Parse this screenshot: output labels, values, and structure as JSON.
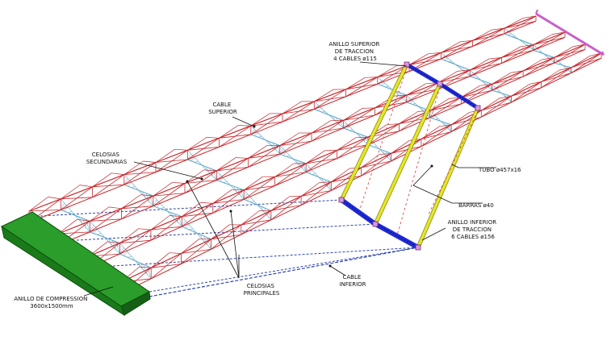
{
  "colors": {
    "main_truss": "#c8262b",
    "secondary_truss": "#5aa6c8",
    "lower_cable": "#2f46a8",
    "compression_ring": "#1e8a1e",
    "tension_ring_upper": "#1f2bd6",
    "tension_ring_lower": "#1f2bd6",
    "tubes": "#e6e62a",
    "end_cap": "#c85fc8",
    "bars": "#d63a3a",
    "leader": "#111111"
  },
  "labels": {
    "upper_ring": [
      "ANILLO SUPERIOR",
      "DE TRACCION",
      "4 CABLES ø115"
    ],
    "upper_cable": [
      "CABLE",
      "SUPERIOR"
    ],
    "secondary_trusses": [
      "CELOSIAS",
      "SECUNDARIAS"
    ],
    "tube": "TUBO ø457x16",
    "bars": "BARRAS ø40",
    "lower_ring": [
      "ANILLO INFERIOR",
      "DE TRACCION",
      "6 CABLES ø156"
    ],
    "lower_cable": [
      "CABLE",
      "INFERIOR"
    ],
    "main_trusses": [
      "CELOSIAS",
      "PRINCIPALES"
    ],
    "compression_ring": [
      "ANILLO DE COMPRESSION",
      "3600x1500mm"
    ]
  }
}
